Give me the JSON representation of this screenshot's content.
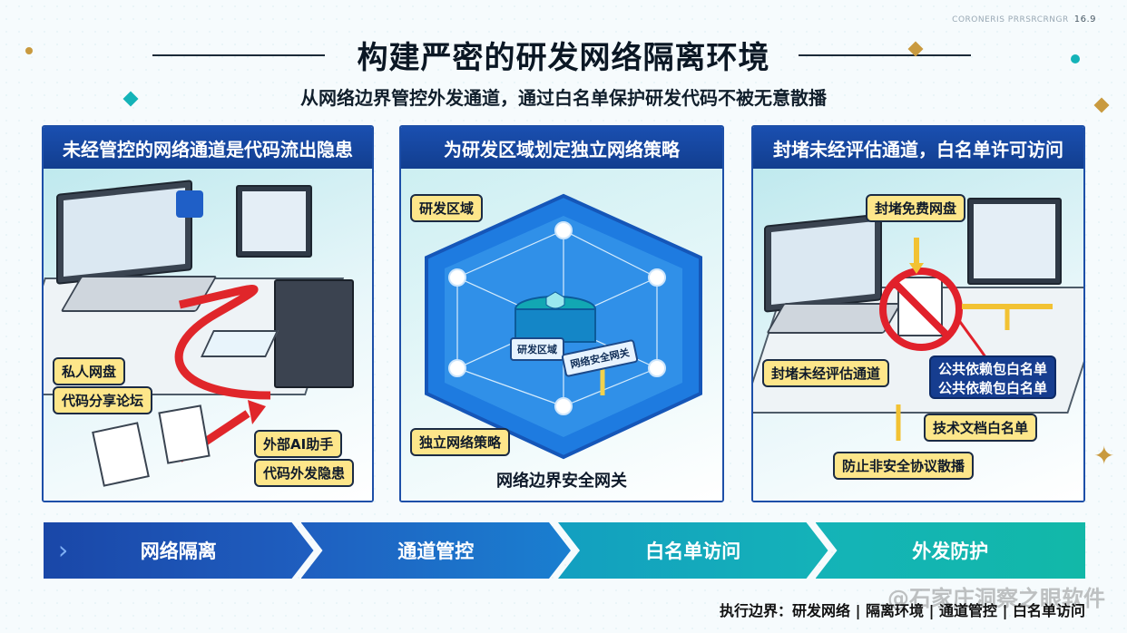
{
  "corner": {
    "brand": "CORONERIS PRRSRCRNGR",
    "ratio": "16.9"
  },
  "header": {
    "title": "构建严密的研发网络隔离环境",
    "subtitle": "从网络边界管控外发通道，通过白名单保护研发代码不被无意散播"
  },
  "panels": [
    {
      "title": "未经管控的网络通道是代码流出隐患",
      "tags": [
        "私人网盘",
        "代码分享论坛",
        "外部AI助手",
        "代码外发隐患"
      ]
    },
    {
      "title": "为研发区域划定独立网络策略",
      "tags": [
        "研发区域",
        "独立网络策略"
      ],
      "center_label": "研发区域",
      "gateway_sign": "网络安全网关",
      "gateway_caption": "网络边界安全网关"
    },
    {
      "title": "封堵未经评估通道，白名单许可访问",
      "tags": [
        "封堵免费网盘",
        "封堵未经评估通道",
        "公共依赖包白名单",
        "公共依赖包白名单",
        "技术文档白名单",
        "防止非安全协议散播"
      ]
    }
  ],
  "steps": [
    "网络隔离",
    "通道管控",
    "白名单访问",
    "外发防护"
  ],
  "footer": "执行边界：研发网络 | 隔离环境 | 通道管控 | 白名单访问",
  "watermark": "@石家庄洞察之眼软件",
  "colors": {
    "navy": "#1a4fb0",
    "teal": "#14b3b8",
    "tag_yellow": "#fde68a",
    "arrow_red": "#e0262a",
    "block_red": "#e1212b"
  }
}
